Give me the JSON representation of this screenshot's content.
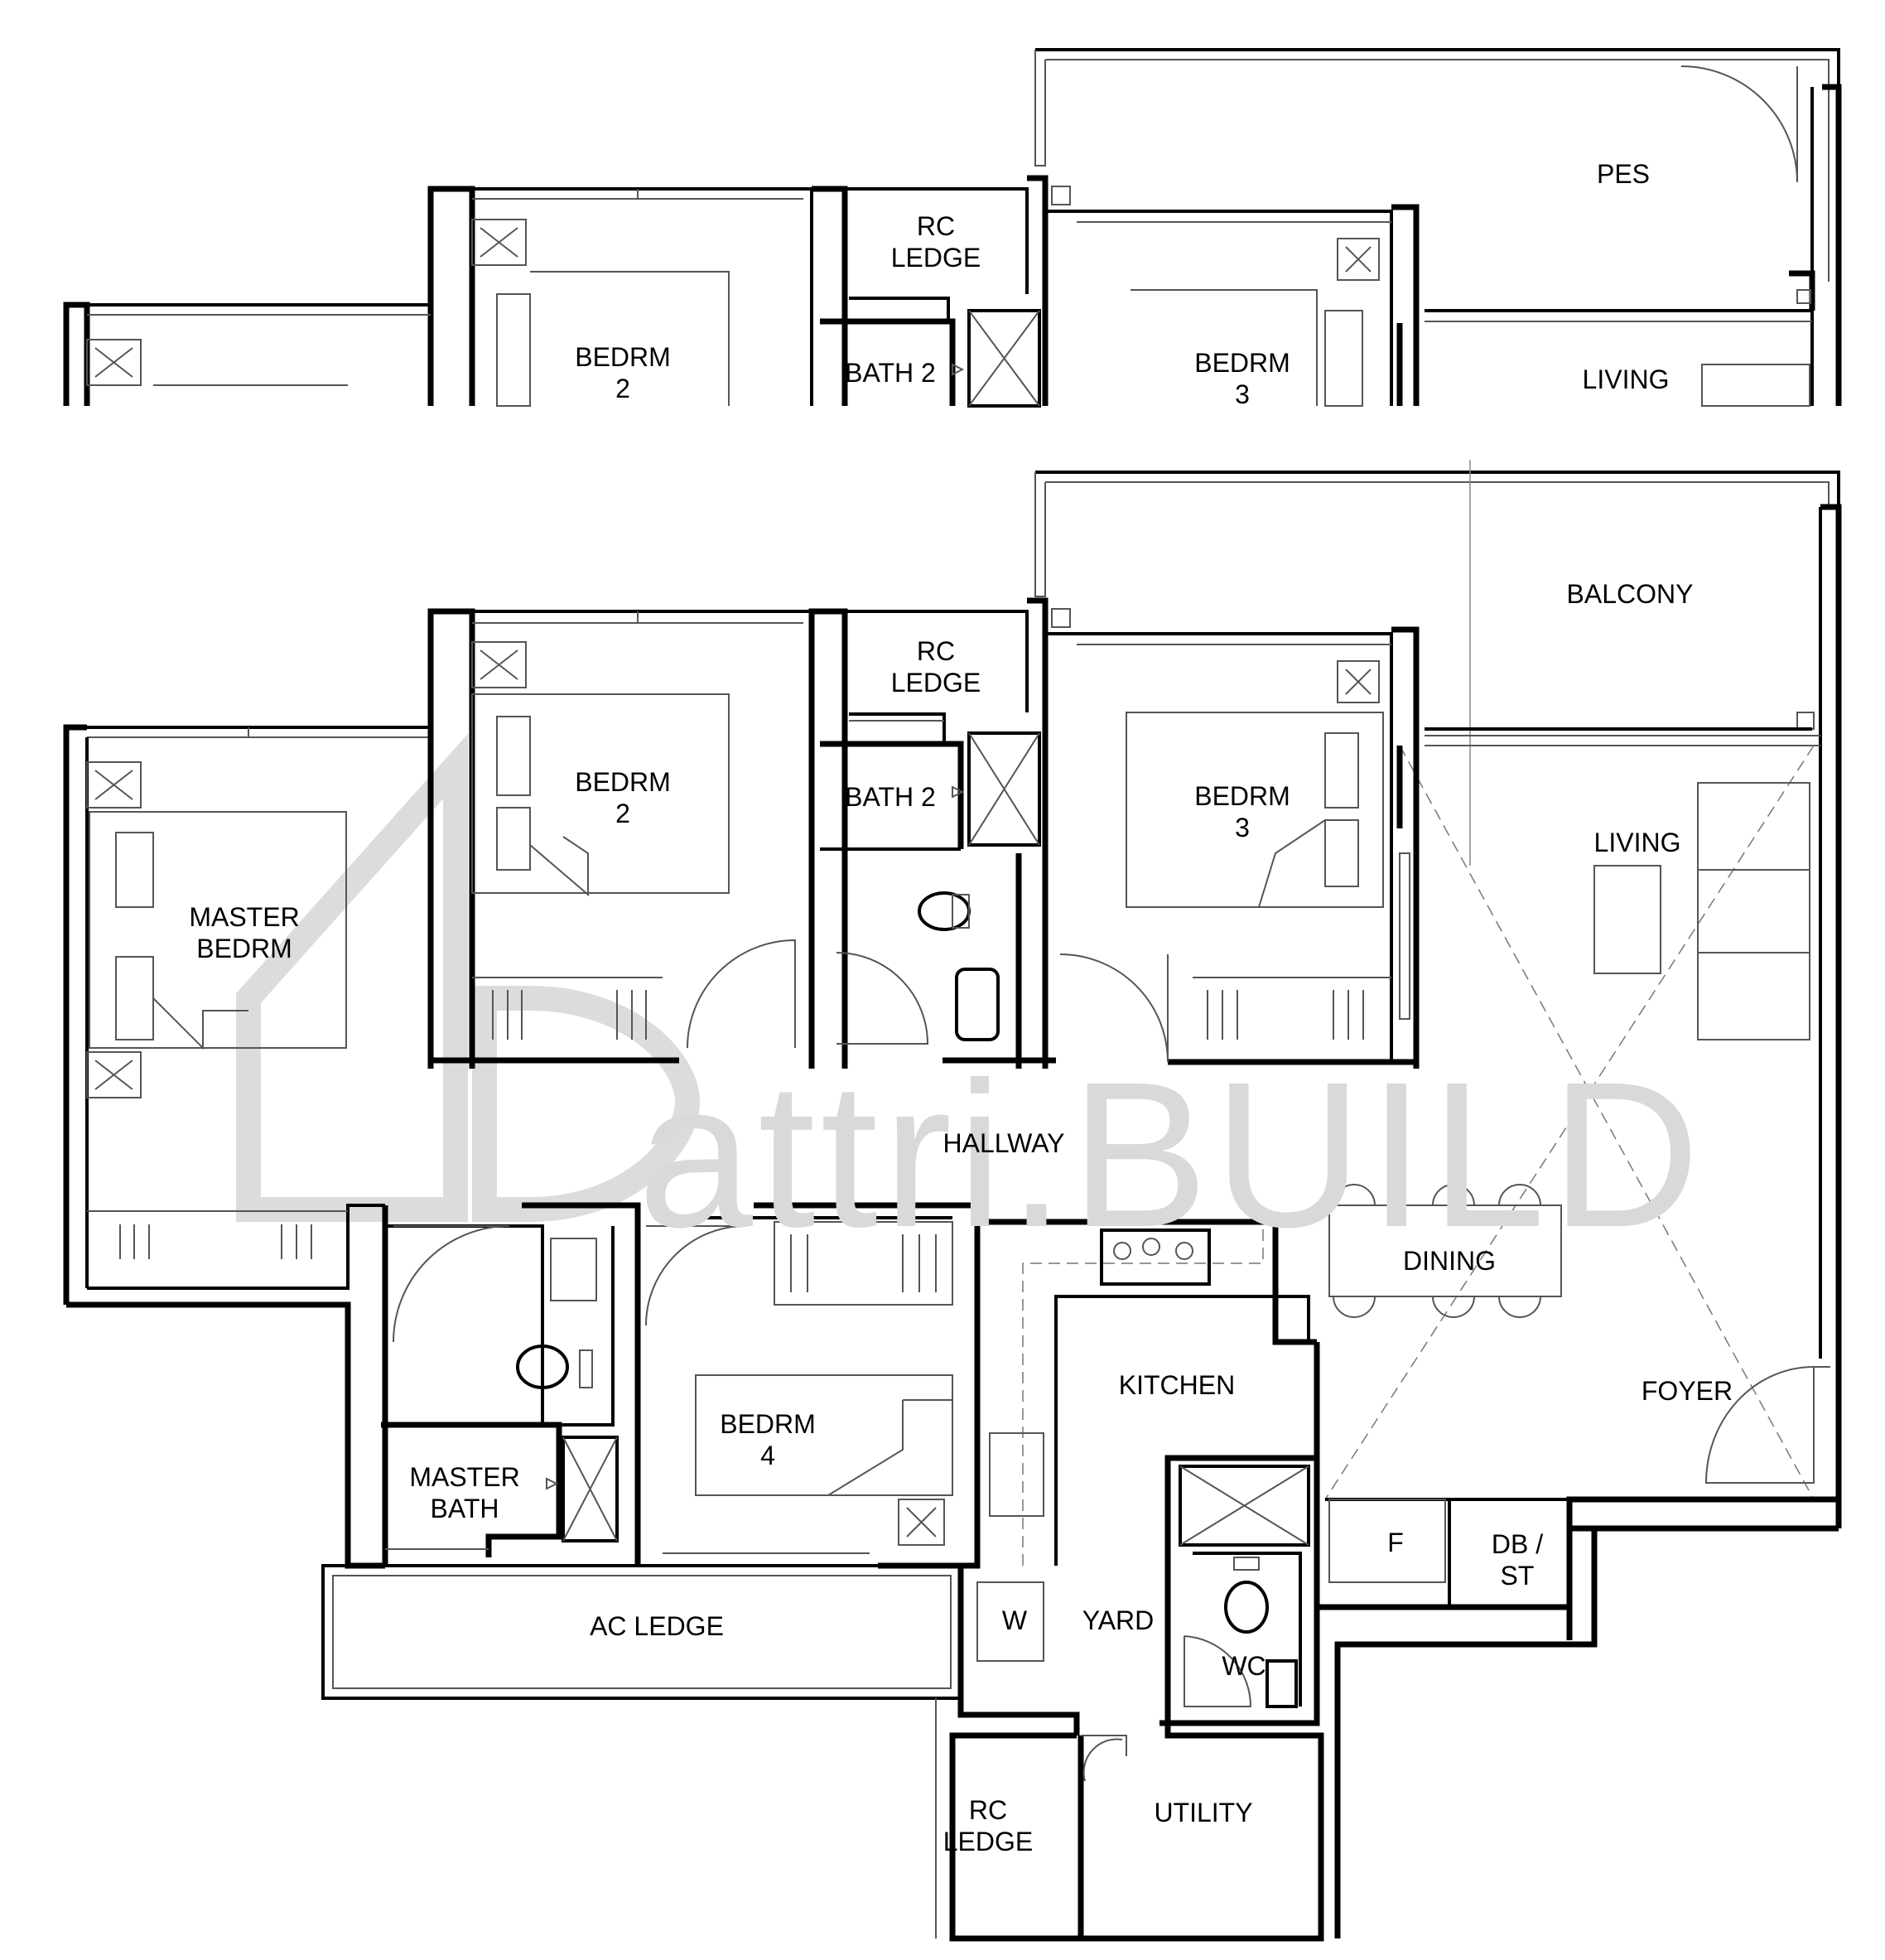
{
  "watermark": {
    "text": "attri.BUILD"
  },
  "top_plan": {
    "labels": {
      "pes": "PES",
      "rc_ledge": "RC\nLEDGE",
      "bedrm2": "BEDRM\n2",
      "bath2": "BATH 2",
      "bedrm3": "BEDRM\n3",
      "living": "LIVING"
    }
  },
  "main_plan": {
    "labels": {
      "balcony": "BALCONY",
      "rc_ledge_top": "RC\nLEDGE",
      "bedrm2": "BEDRM\n2",
      "bath2": "BATH 2",
      "bedrm3": "BEDRM\n3",
      "living": "LIVING",
      "master_bedrm": "MASTER\nBEDRM",
      "hallway": "HALLWAY",
      "dining": "DINING",
      "kitchen": "KITCHEN",
      "foyer": "FOYER",
      "bedrm4": "BEDRM\n4",
      "master_bath": "MASTER\nBATH",
      "f": "F",
      "db_st": "DB /\nST",
      "ac_ledge": "AC LEDGE",
      "w": "W",
      "yard": "YARD",
      "wc": "WC",
      "rc_ledge_bottom": "RC\nLEDGE",
      "utility": "UTILITY"
    }
  }
}
